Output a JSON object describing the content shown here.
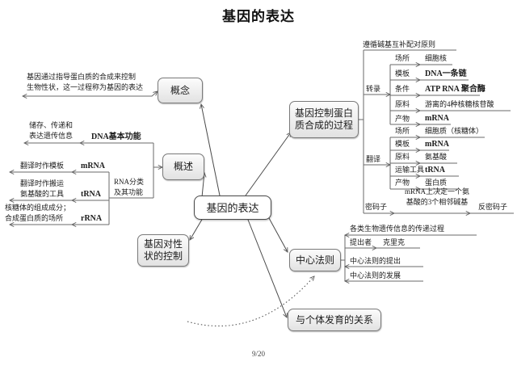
{
  "title": "基因的表达",
  "footer": {
    "page": "9/20"
  },
  "root": {
    "label": "基因的表达"
  },
  "concept": {
    "label": "概念",
    "definition": "基因通过指导蛋白质的合成来控制\n生物性状，这一过程称为基因的表达"
  },
  "overview": {
    "label": "概述",
    "dna": {
      "label": "DNA基本功能",
      "desc": "储存、传递和\n表达遗传信息"
    },
    "rna": {
      "label": "RNA分类\n及其功能",
      "items": [
        {
          "label": "mRNA",
          "desc": "翻译时作模板"
        },
        {
          "label": "tRNA",
          "desc": "翻译时作搬运\n氨基酸的工具"
        },
        {
          "label": "rRNA",
          "desc": "核糖体的组成成分；\n合成蛋白质的场所"
        }
      ]
    }
  },
  "synthesis": {
    "label": "基因控制蛋白\n质合成的过程",
    "principle": "遵循碱基互补配对原则",
    "transcription": {
      "label": "转录",
      "rows": [
        {
          "key": "场所",
          "value": "细胞核"
        },
        {
          "key": "模板",
          "value": "DNA一条链"
        },
        {
          "key": "条件",
          "value": "ATP RNA 聚合酶"
        },
        {
          "key": "原料",
          "value": "游离的4种核糖核苷酸"
        },
        {
          "key": "产物",
          "value": "mRNA"
        }
      ]
    },
    "translation": {
      "label": "翻译",
      "rows": [
        {
          "key": "场所",
          "value": "细胞质（核糖体）"
        },
        {
          "key": "模板",
          "value": "mRNA"
        },
        {
          "key": "原料",
          "value": "氨基酸"
        },
        {
          "key": "运输工具",
          "value": "tRNA"
        },
        {
          "key": "产物",
          "value": "蛋白质"
        }
      ]
    },
    "codon": {
      "label": "密码子",
      "desc": "mRNA上决定一个氨\n基酸的3个相邻碱基",
      "anticodon": "反密码子"
    }
  },
  "central_dogma": {
    "label": "中心法则",
    "desc": "各类生物遗传信息的传递过程",
    "proposer_key": "提出者",
    "proposer_value": "克里克",
    "items": [
      "中心法则的提出",
      "中心法则的发展"
    ]
  },
  "trait_control": {
    "label": "基因对性\n状的控制"
  },
  "development": {
    "label": "与个体发育的关系"
  }
}
